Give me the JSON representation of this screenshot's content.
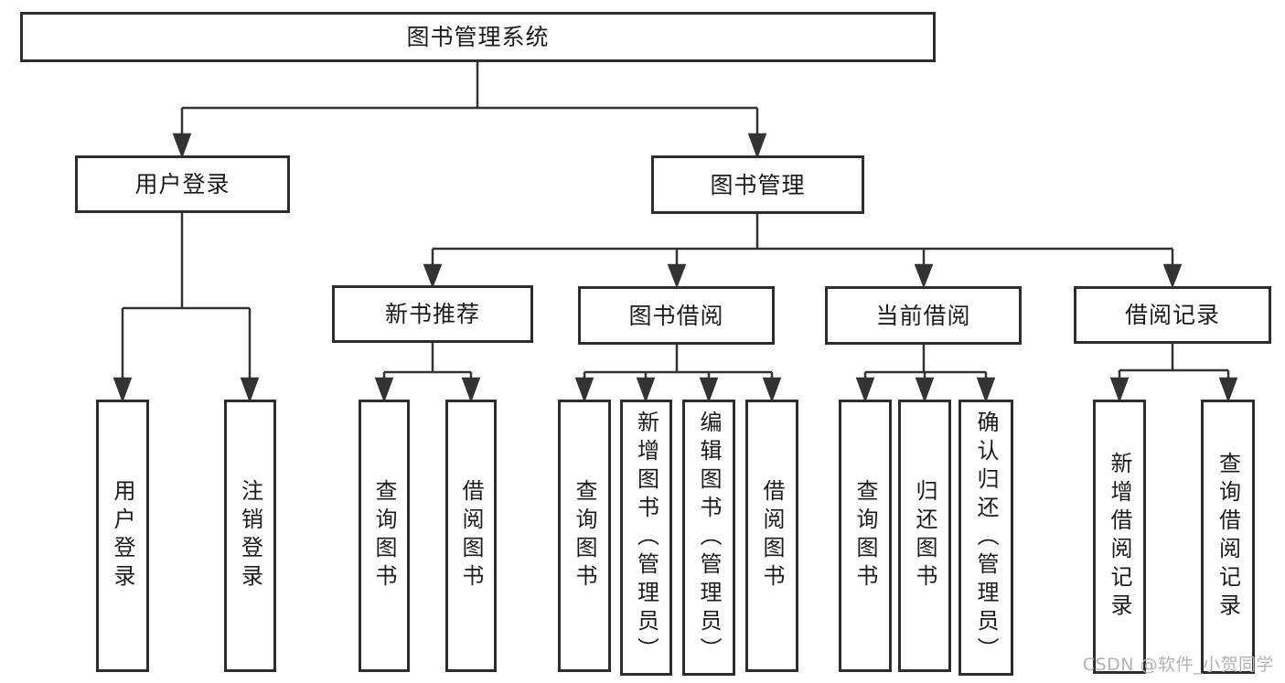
{
  "diagram": {
    "title_node": "图书管理系统",
    "nodes": {
      "root": {
        "label": "图书管理系统"
      },
      "branches": [
        {
          "label": "用户登录"
        },
        {
          "label": "图书管理"
        }
      ],
      "modules": [
        {
          "label": "新书推荐",
          "parent": "图书管理"
        },
        {
          "label": "图书借阅",
          "parent": "图书管理"
        },
        {
          "label": "当前借阅",
          "parent": "图书管理"
        },
        {
          "label": "借阅记录",
          "parent": "图书管理"
        }
      ],
      "functions": [
        {
          "label": "用户登录",
          "parent": "用户登录"
        },
        {
          "label": "注销登录",
          "parent": "用户登录"
        },
        {
          "label": "查询图书",
          "parent": "新书推荐"
        },
        {
          "label": "借阅图书",
          "parent": "新书推荐"
        },
        {
          "label": "查询图书",
          "parent": "图书借阅"
        },
        {
          "label": "新增图书（管理员）",
          "parent": "图书借阅"
        },
        {
          "label": "编辑图书（管理员）",
          "parent": "图书借阅"
        },
        {
          "label": "借阅图书",
          "parent": "图书借阅"
        },
        {
          "label": "查询图书",
          "parent": "当前借阅"
        },
        {
          "label": "归还图书",
          "parent": "当前借阅"
        },
        {
          "label": "确认归还（管理员）",
          "parent": "当前借阅"
        },
        {
          "label": "新增借阅记录",
          "parent": "借阅记录"
        },
        {
          "label": "查询借阅记录",
          "parent": "借阅记录"
        }
      ]
    },
    "colors": {
      "line": "#333333",
      "box_border": "#2d2d2d",
      "text": "#1c1c1c",
      "watermark": "#b3b3b3",
      "background": "#ffffff"
    }
  },
  "watermark": {
    "text": "CSDN @软件_小贺同学"
  }
}
